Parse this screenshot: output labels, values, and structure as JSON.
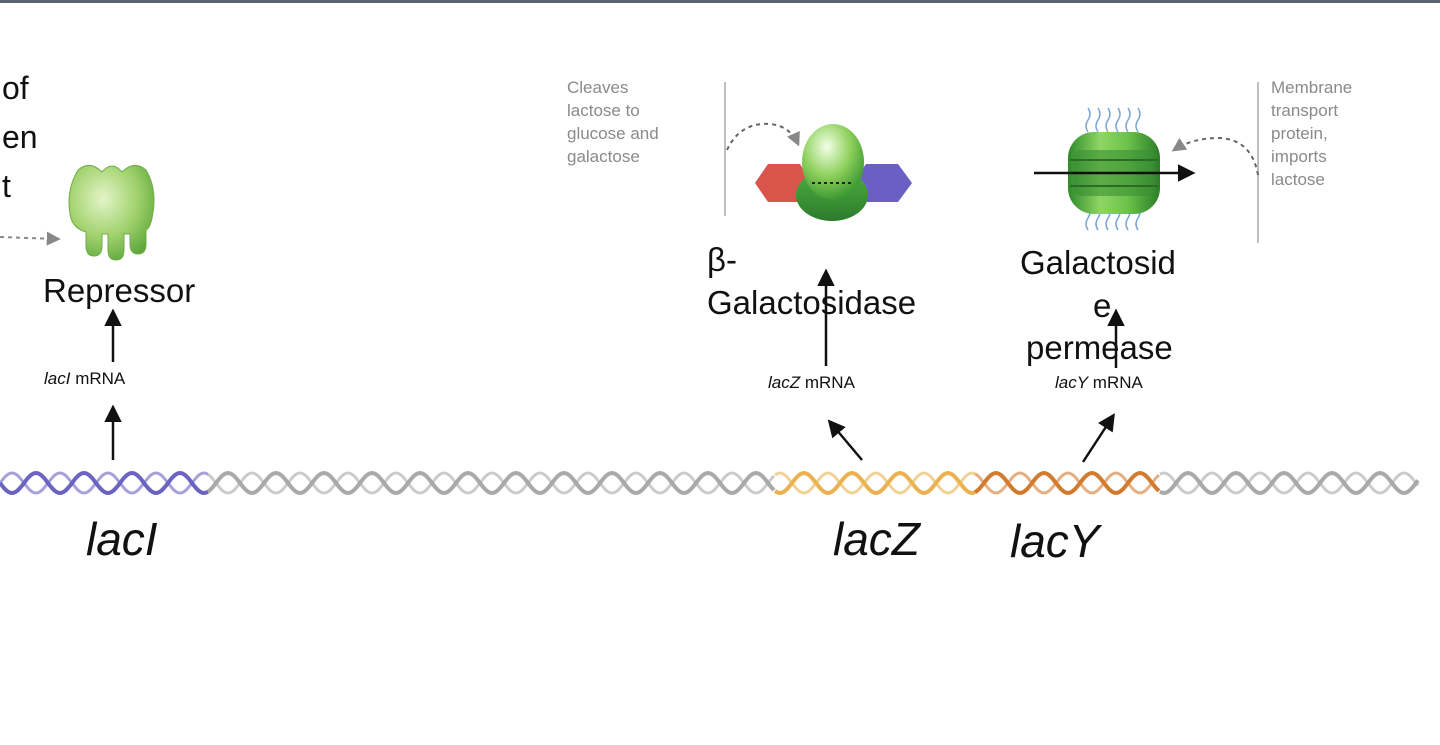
{
  "left_text": {
    "line1": "of",
    "line2": "en",
    "line3": "t"
  },
  "repressor": {
    "label": "Repressor",
    "mrna_gene": "lacI",
    "mrna_suffix": " mRNA",
    "gene_label": "lacI"
  },
  "beta_gal": {
    "label_line1": "β-",
    "label_line2": "Galactosidase",
    "mrna_gene": "lacZ",
    "mrna_suffix": " mRNA",
    "gene_label": "lacZ",
    "note": [
      "Cleaves",
      "lactose to",
      "glucose and",
      "galactose"
    ]
  },
  "permease": {
    "label_line1": "Galactosid",
    "label_line2": "e",
    "label_line3": "permease",
    "mrna_gene": "lacY",
    "mrna_suffix": " mRNA",
    "gene_label": "lacY",
    "note": [
      "Membrane",
      "transport",
      "protein,",
      "imports",
      "lactose"
    ]
  },
  "colors": {
    "laci": "#6b63c0",
    "lacz": "#e8b350",
    "lacy": "#d27a2e",
    "dna": "#a9a9a9",
    "protein_light": "#a8d37a",
    "protein_dark": "#3e9a3a",
    "red_hex": "#d9544b",
    "blue_hex": "#6b5fc4"
  }
}
